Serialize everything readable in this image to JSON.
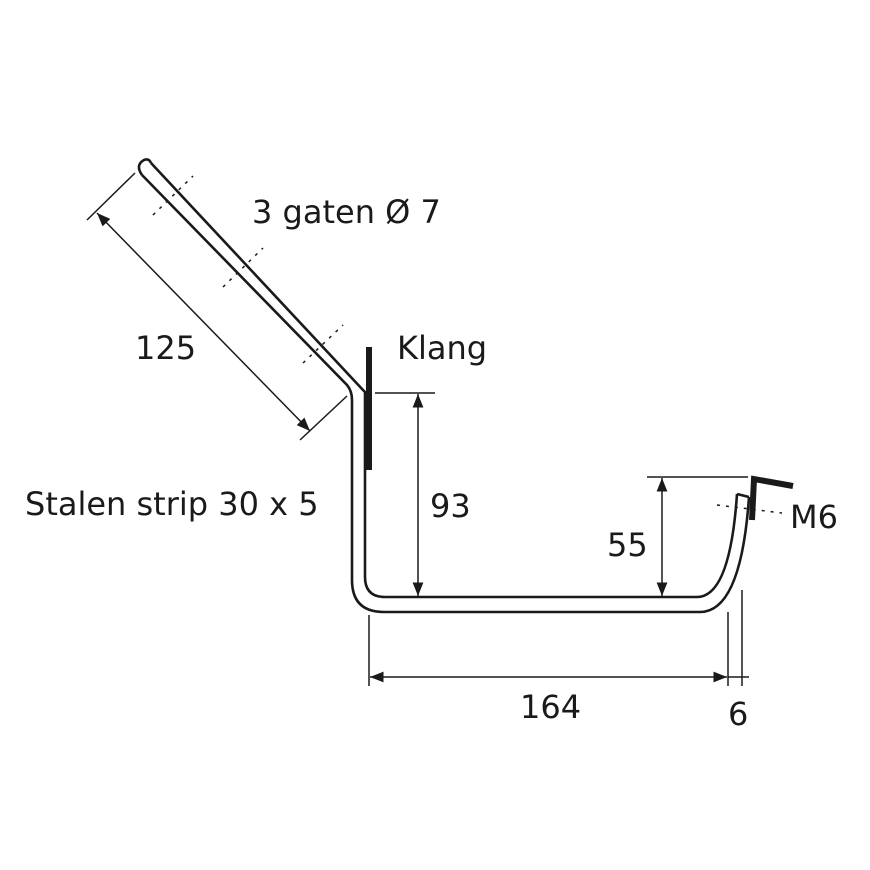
{
  "labels": {
    "holes": "3 gaten Ø 7",
    "length_arm": "125",
    "clamp": "Klang",
    "strip": "Stalen strip 30 x 5",
    "height_left": "93",
    "height_right": "55",
    "width_bottom": "164",
    "offset": "6",
    "bolt": "M6"
  },
  "colors": {
    "line": "#1a1a1a",
    "background": "#ffffff"
  }
}
